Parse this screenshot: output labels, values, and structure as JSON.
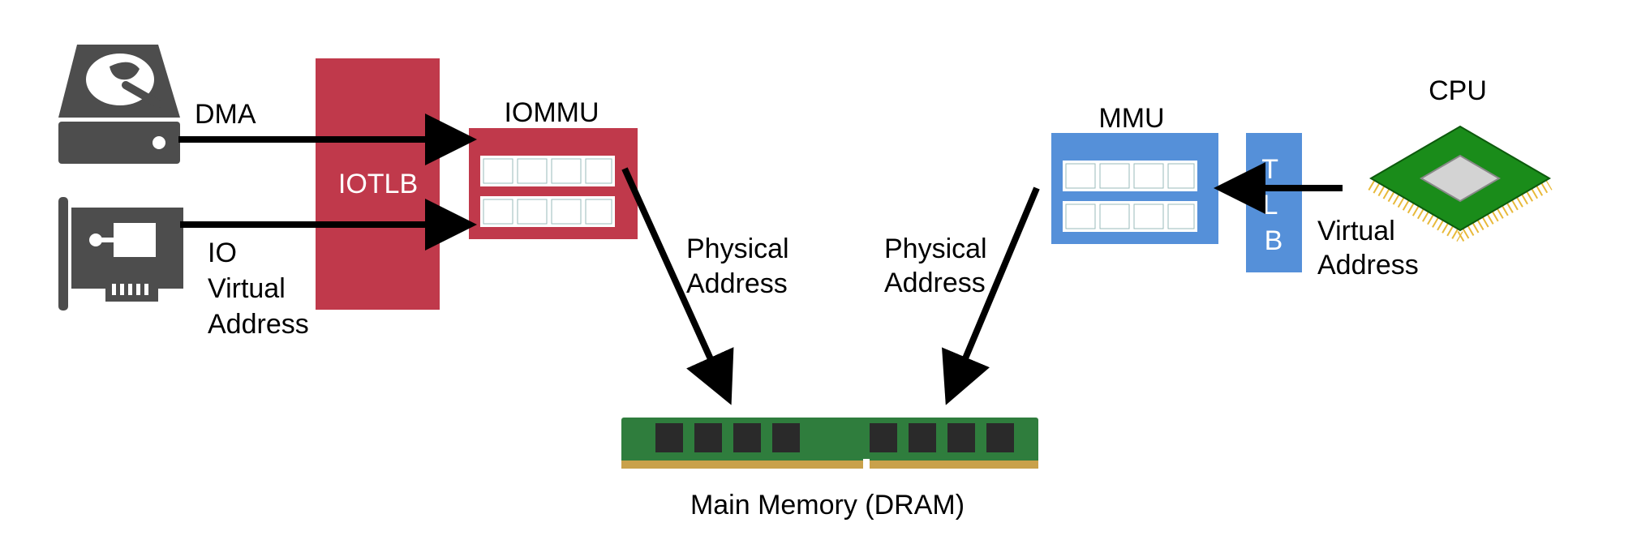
{
  "labels": {
    "dma": "DMA",
    "io_virtual_address": [
      "IO",
      "Virtual",
      "Address"
    ],
    "iotlb": "IOTLB",
    "iommu": "IOMMU",
    "physical_address_left": [
      "Physical",
      "Address"
    ],
    "physical_address_right": [
      "Physical",
      "Address"
    ],
    "mmu": "MMU",
    "tlb": [
      "T",
      "L",
      "B"
    ],
    "cpu": "CPU",
    "virtual_address": [
      "Virtual",
      "Address"
    ],
    "main_memory": "Main Memory (DRAM)"
  },
  "colors": {
    "iommu_red": "#c0394b",
    "mmu_blue": "#5590d9",
    "device_gray": "#4d4d4d",
    "chip_green": "#1a8c1a",
    "chip_gold": "#e8b93a",
    "ram_green": "#2f7d3d",
    "arrow": "#000000"
  },
  "icons": {
    "disk": "hard-drive-icon",
    "nic": "network-card-icon",
    "cpu": "cpu-chip-icon",
    "ram": "dram-module-icon"
  }
}
